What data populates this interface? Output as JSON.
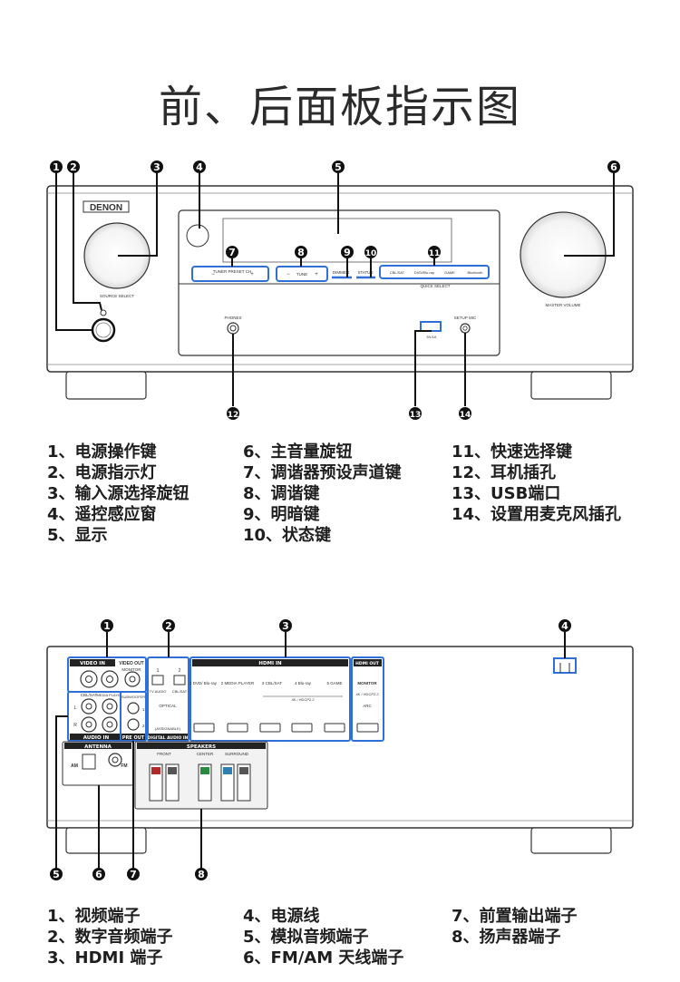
{
  "title": "前、后面板指示图",
  "front": {
    "brand": "DENON",
    "labels": {
      "source_select": "SOURCE SELECT",
      "master_volume": "MASTER VOLUME",
      "tuner_preset": "TUNER PRESET CH",
      "tune": "TUNE",
      "dimmer": "DIMMER",
      "status": "STATUS",
      "quick_select": "QUICK SELECT",
      "qs1": "CBL/SAT",
      "qs2": "DVD/Blu-ray",
      "qs3": "GAME",
      "qs4": "Bluetooth",
      "phones": "PHONES",
      "usb": "5V/1A",
      "setup_mic": "SETUP MIC"
    },
    "callouts": [
      "1",
      "2",
      "3",
      "4",
      "5",
      "6",
      "7",
      "8",
      "9",
      "10",
      "11",
      "12",
      "13",
      "14"
    ],
    "legend": [
      [
        "1、电源操作键",
        "2、电源指示灯",
        "3、输入源选择旋钮",
        "4、遥控感应窗",
        "5、显示"
      ],
      [
        "6、主音量旋钮",
        "7、调谐器预设声道键",
        "8、调谐键",
        "9、明暗键",
        "10、状态键"
      ],
      [
        "11、快速选择键",
        "12、耳机插孔",
        "13、USB端口",
        "14、设置用麦克风插孔"
      ]
    ]
  },
  "rear": {
    "labels": {
      "video_in": "VIDEO IN",
      "video_out": "VIDEO OUT",
      "monitor": "MONITOR",
      "cbl_sat": "CBL/SAT",
      "media_player": "MEDIA PLAYER",
      "audio_in": "AUDIO IN",
      "pre_out": "PRE OUT",
      "subwoofer": "SUBWOOFER",
      "optical": "OPTICAL",
      "digital_audio_in": "DIGITAL AUDIO IN",
      "tv_audio": "TV AUDIO",
      "opt_cbl_sat": "CBL/SAT",
      "opt1": "1",
      "opt2": "2",
      "assignable": "(ASSIGNABLE)",
      "hdmi_in": "HDMI IN",
      "hdmi_out": "HDMI OUT",
      "hdmi1": "1 DVD/ Blu-ray",
      "hdmi2": "2 MEDIA PLAYER",
      "hdmi3": "3 CBL/SAT",
      "hdmi4": "4 Blu-ray",
      "hdmi5": "5 GAME",
      "hdcp": "4K / HDCP2.2",
      "out_monitor": "MONITOR",
      "out_hdcp": "4K / HDCP2.2",
      "arc": "ARC",
      "antenna": "ANTENNA",
      "am": "AM",
      "fm": "FM",
      "speakers": "SPEAKERS",
      "front": "FRONT",
      "center": "CENTER",
      "surround": "SURROUND",
      "L": "L",
      "R": "R"
    },
    "callouts": [
      "1",
      "2",
      "3",
      "4",
      "5",
      "6",
      "7",
      "8"
    ],
    "legend": [
      [
        "1、视频端子",
        "2、数字音频端子",
        "3、HDMI 端子"
      ],
      [
        "4、电源线",
        "5、模拟音频端子",
        "6、FM/AM 天线端子"
      ],
      [
        "7、前置输出端子",
        "8、扬声器端子"
      ]
    ]
  },
  "colors": {
    "callout": "#111111",
    "highlight": "#2f6fd8",
    "panel": "#f2f2f2",
    "outline": "#333333"
  }
}
